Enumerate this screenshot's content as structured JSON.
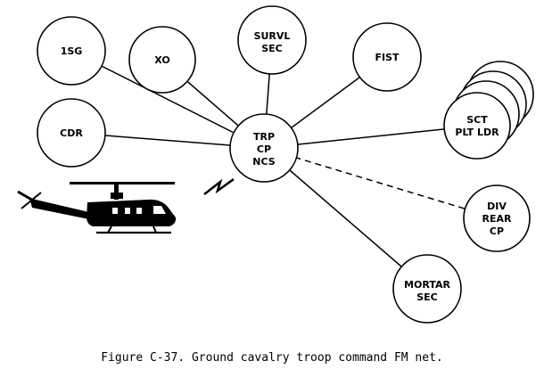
{
  "nodes": {
    "first_sergeant": "1SG",
    "executive_officer": "XO",
    "surveillance_section": [
      "SURVL",
      "SEC"
    ],
    "fire_support_team": "FIST",
    "commander": "CDR",
    "troop_command_post": [
      "TRP",
      "CP",
      "NCS"
    ],
    "scout_platoon_leader": [
      "SCT",
      "PLT LDR"
    ],
    "division_rear_command_post": [
      "DIV",
      "REAR",
      "CP"
    ],
    "mortar_section": [
      "MORTAR",
      "SEC"
    ]
  },
  "links": {
    "dashed_link": "troop command post to division rear command post"
  },
  "icons": [
    "helicopter-icon",
    "radio-lightning-icon"
  ],
  "colors": {
    "ink": "#000000",
    "background": "#ffffff"
  },
  "caption": "Figure C-37. Ground cavalry troop command FM net."
}
